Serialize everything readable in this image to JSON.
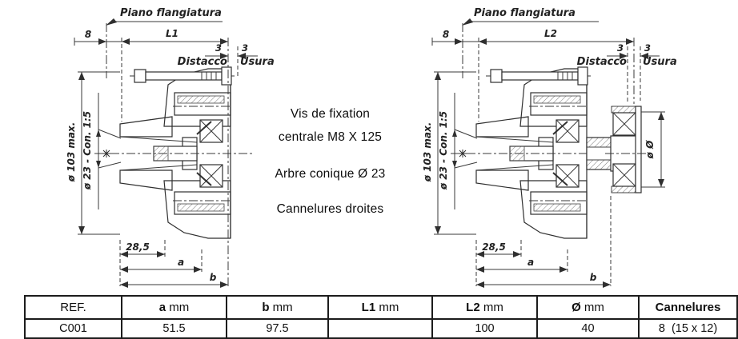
{
  "colors": {
    "line": "#2f2f2f",
    "text": "#1a1a1a"
  },
  "left_drawing": {
    "plane_label": "Piano flangiatura",
    "offset_value": "8",
    "length_label": "L1",
    "distacco_value": "3",
    "usura_value": "3",
    "distacco_label": "Distacco",
    "usura_label": "Usura",
    "max_diameter_label": "ø 103 max.",
    "cone_bore_label": "ø 23 - Con. 1:5",
    "hub_length_value": "28,5",
    "dim_a_label": "a",
    "dim_b_label": "b"
  },
  "right_drawing": {
    "plane_label": "Piano flangiatura",
    "offset_value": "8",
    "length_label": "L2",
    "distacco_value": "3",
    "usura_value": "3",
    "distacco_label": "Distacco",
    "usura_label": "Usura",
    "max_diameter_label": "ø 103 max.",
    "cone_bore_label": "ø 23 - Con. 1:5",
    "hub_length_value": "28,5",
    "dim_a_label": "a",
    "dim_b_label": "b",
    "shaft_diameter_label": "ø Ø"
  },
  "center_notes": {
    "line1": "Vis de fixation",
    "line2": "centrale M8 X 125",
    "line3": "Arbre conique Ø 23",
    "line4": "Cannelures droites"
  },
  "table": {
    "headers": [
      {
        "b": "",
        "r": "REF."
      },
      {
        "b": "a",
        "r": " mm"
      },
      {
        "b": "b",
        "r": " mm"
      },
      {
        "b": "L1",
        "r": " mm"
      },
      {
        "b": "L2",
        "r": " mm"
      },
      {
        "b": "Ø",
        "r": " mm"
      },
      {
        "b": "Cannelures",
        "r": ""
      }
    ],
    "rows": [
      [
        "C001",
        "51.5",
        "97.5",
        "",
        "100",
        "40",
        "8  (15 x 12)"
      ]
    ]
  }
}
